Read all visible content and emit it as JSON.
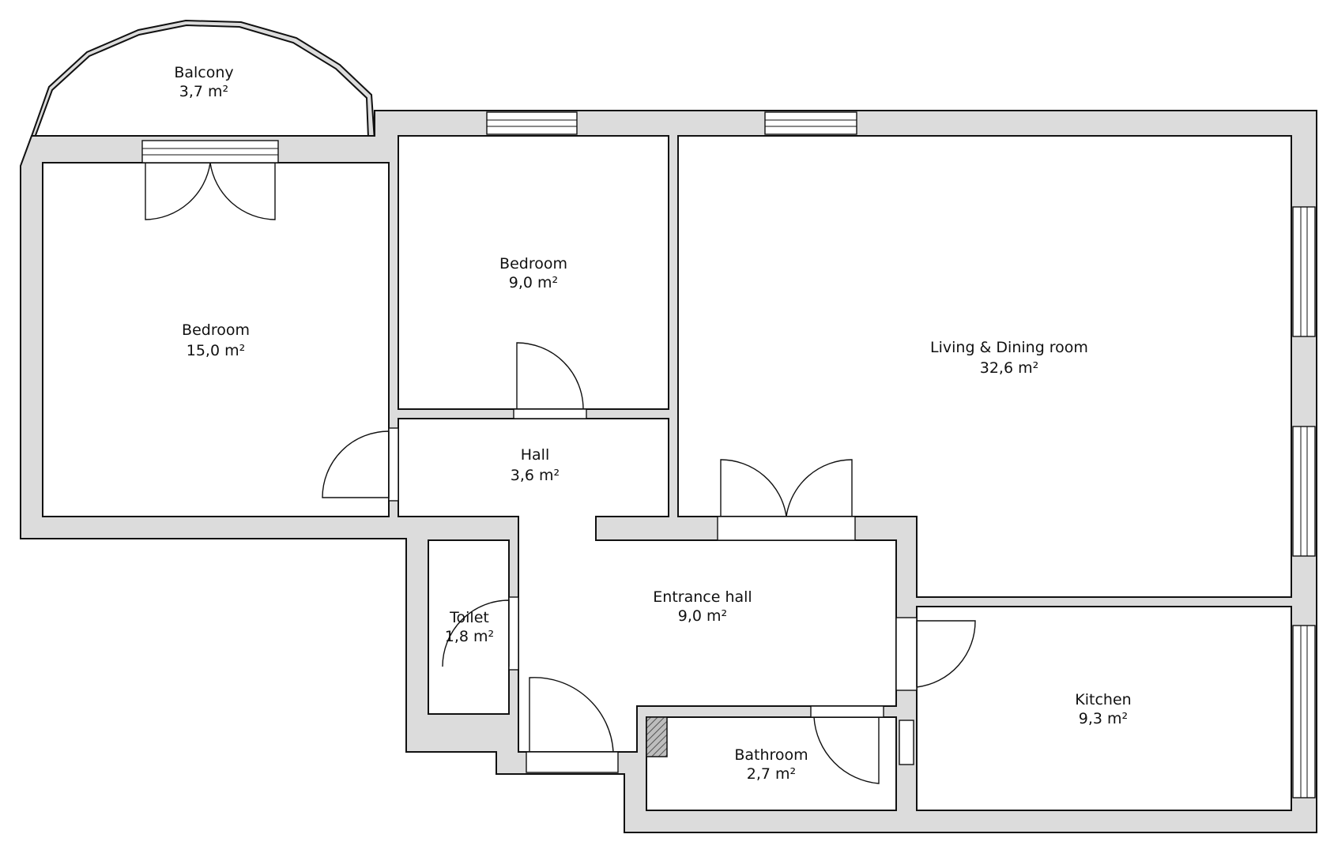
{
  "rooms": {
    "balcony": {
      "name": "Balcony",
      "area": "3,7 m²"
    },
    "bedroom_large": {
      "name": "Bedroom",
      "area": "15,0 m²"
    },
    "bedroom_small": {
      "name": "Bedroom",
      "area": "9,0 m²"
    },
    "living": {
      "name": "Living & Dining room",
      "area": "32,6 m²"
    },
    "hall": {
      "name": "Hall",
      "area": "3,6 m²"
    },
    "entrance": {
      "name": "Entrance hall",
      "area": "9,0 m²"
    },
    "toilet": {
      "name": "Toilet",
      "area": "1,8 m²"
    },
    "bathroom": {
      "name": "Bathroom",
      "area": "2,7 m²"
    },
    "kitchen": {
      "name": "Kitchen",
      "area": "9,3 m²"
    }
  },
  "colors": {
    "wall": "#dcdcdc",
    "line": "#111111",
    "shaft": "#999999"
  }
}
